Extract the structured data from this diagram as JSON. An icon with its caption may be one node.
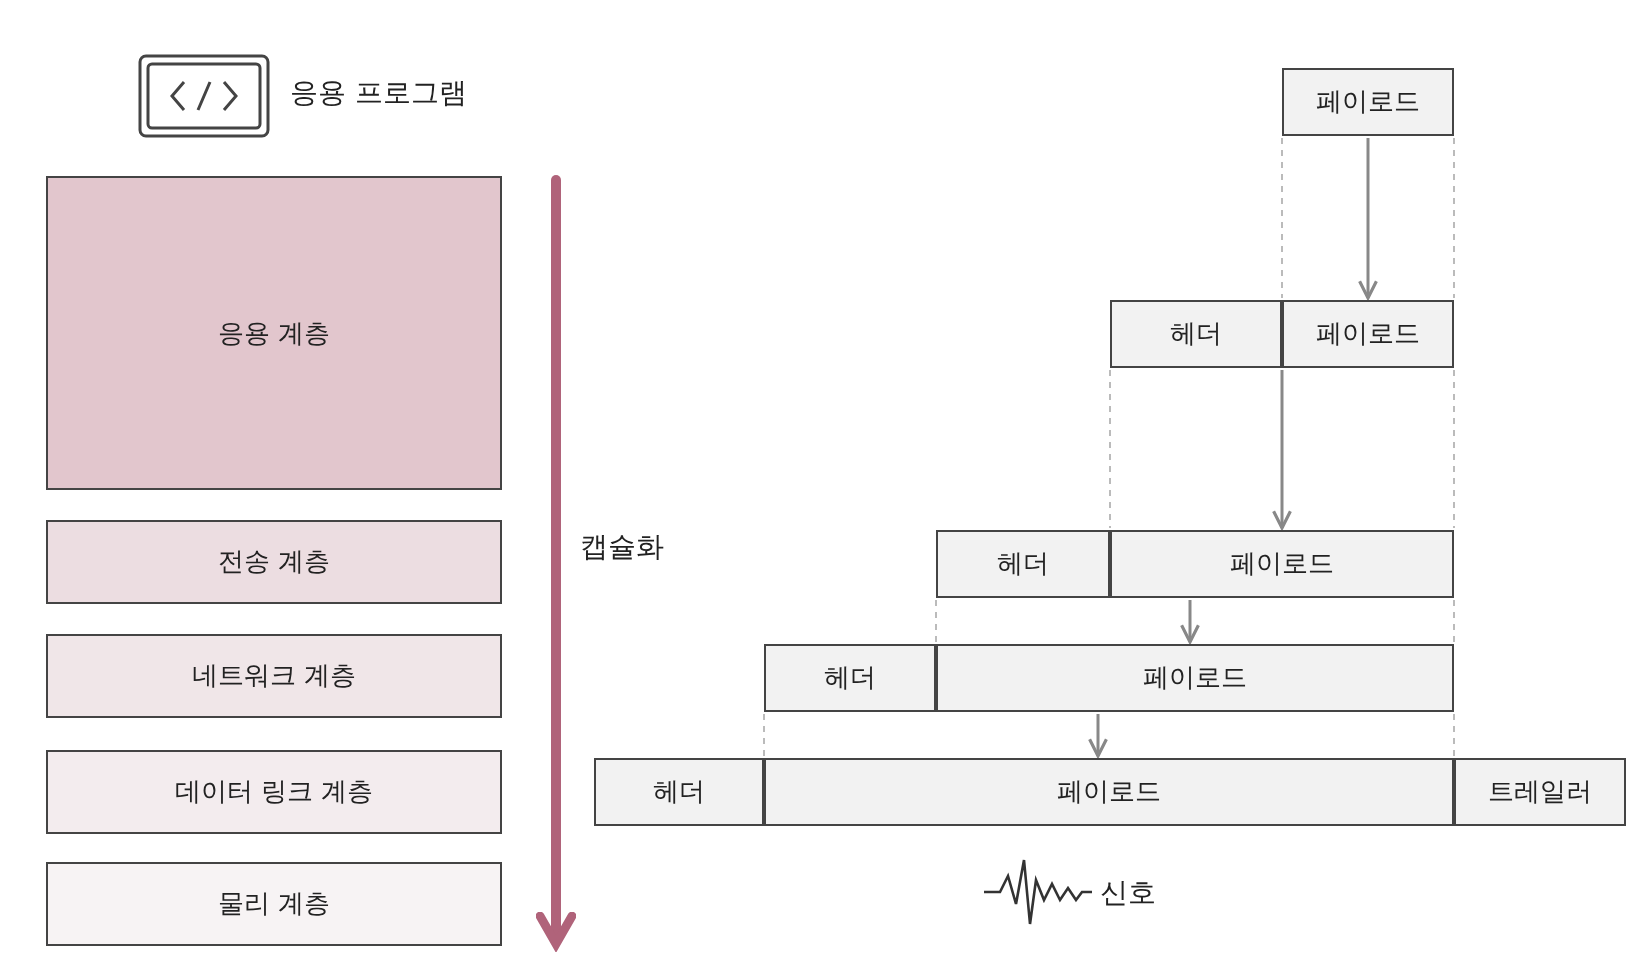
{
  "diagram": {
    "nodes": [
      {
        "text": [
          "응용 계층"
        ]
      },
      {
        "text": [
          "전송 계층"
        ]
      },
      {
        "text": [
          "네트워크 계층"
        ]
      },
      {
        "text": [
          "데이터 링크 계층"
        ]
      },
      {
        "text": [
          "물리 계층"
        ]
      },
      {
        "text": [
          "페이로드"
        ]
      },
      {
        "text": [
          "헤더"
        ]
      },
      {
        "text": [
          "페이로드"
        ]
      },
      {
        "text": [
          "헤더"
        ]
      },
      {
        "text": [
          "페이로드"
        ]
      },
      {
        "text": [
          "헤더"
        ]
      },
      {
        "text": [
          "페이로드"
        ]
      },
      {
        "text": [
          "헤더"
        ]
      },
      {
        "text": [
          "페이로드"
        ]
      },
      {
        "text": [
          "트레일러"
        ]
      }
    ],
    "edges": [
      {
        "from": 5,
        "to": 7,
        "arrow": "to"
      },
      {
        "from": 7,
        "to": 9,
        "arrow": "to"
      },
      {
        "from": 9,
        "to": 11,
        "arrow": "to"
      },
      {
        "from": 11,
        "to": 13,
        "arrow": "to"
      },
      {
        "from": 5,
        "to": 6,
        "arrow": "none",
        "style": "dashed",
        "color": "#bbbbbb"
      },
      {
        "from": 5,
        "to": 7,
        "arrow": "none",
        "style": "dashed",
        "color": "#bbbbbb"
      },
      {
        "from": 6,
        "to": 8,
        "arrow": "none",
        "style": "dashed",
        "color": "#bbbbbb"
      },
      {
        "from": 7,
        "to": 9,
        "arrow": "none",
        "style": "dashed",
        "color": "#bbbbbb"
      },
      {
        "from": 8,
        "to": 10,
        "arrow": "none",
        "style": "dashed",
        "color": "#bbbbbb"
      },
      {
        "from": 9,
        "to": 11,
        "arrow": "none",
        "style": "dashed",
        "color": "#bbbbbb"
      },
      {
        "from": 10,
        "to": 12,
        "arrow": "none",
        "style": "dashed",
        "color": "#bbbbbb"
      },
      {
        "from": 11,
        "to": 14,
        "arrow": "none",
        "style": "dashed",
        "color": "#bbbbbb"
      }
    ],
    "labels": [
      "응용 프로그램",
      "캡슐화",
      "신호"
    ]
  }
}
